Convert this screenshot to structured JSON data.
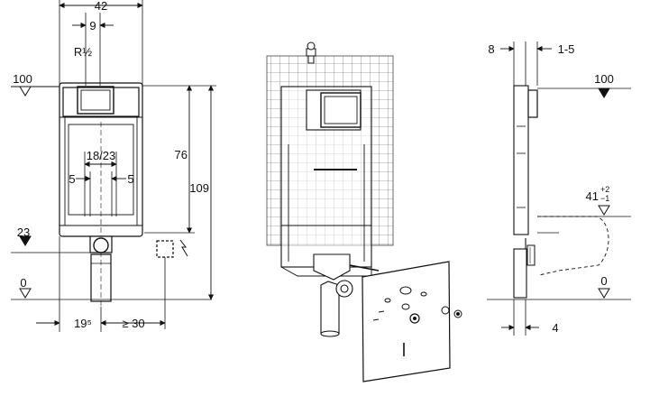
{
  "front_view": {
    "width_label": "42",
    "offset_label": "9",
    "thread_label": "R½",
    "mark_100_label": "100",
    "spacing_label": "18/23",
    "left_gap_label": "5",
    "right_gap_label": "5",
    "mark_23_label": "23",
    "floor_label": "0",
    "height_76_label": "76",
    "height_109_label": "109",
    "bottom_left_label": "19⁵",
    "bottom_right_label": "≥ 30"
  },
  "side_view": {
    "top_left_label": "8",
    "top_right_label": "1-5",
    "mark_100_label": "100",
    "mark_41_base": "41",
    "mark_41_plus": "+2",
    "mark_41_minus": "−1",
    "floor_label": "0",
    "bottom_label": "4"
  },
  "colors": {
    "line": "#111111",
    "grid": "#555555",
    "panel": "#f4f4f4",
    "fill_dark": "#1a1a1a"
  }
}
